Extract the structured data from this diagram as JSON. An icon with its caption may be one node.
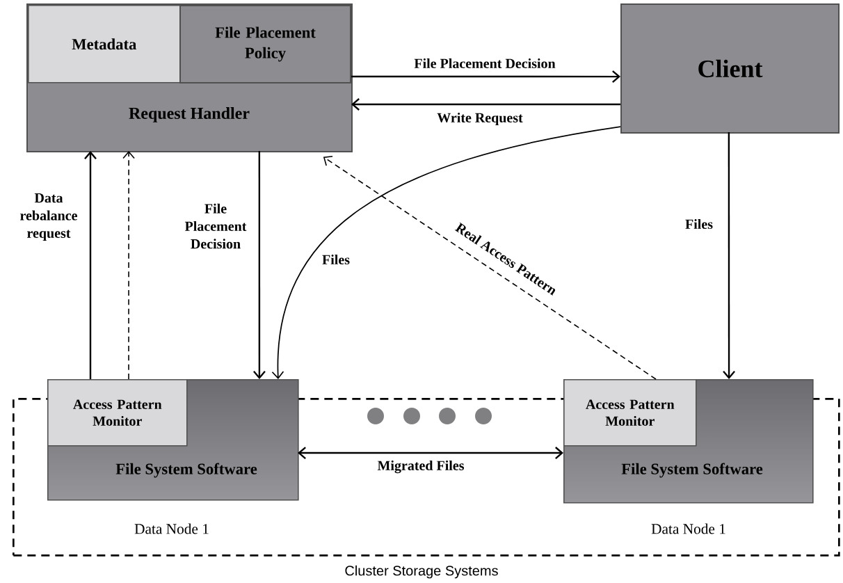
{
  "diagram": {
    "nodes": [
      {
        "text": [
          "Request Handler"
        ]
      },
      {
        "text": [
          "Metadata"
        ],
        "in": 0
      },
      {
        "text": [
          "File Placement Policy"
        ],
        "in": 0
      },
      {
        "text": [
          "Client"
        ]
      },
      {
        "text": [
          "Cluster Storage Systems"
        ]
      },
      {
        "text": [
          "File System Software"
        ],
        "beside": [
          "Data Node 1"
        ],
        "in": 4
      },
      {
        "text": [
          "Access Pattern Monitor"
        ],
        "in": 5
      },
      {
        "text": [
          "File System Software"
        ],
        "beside": [
          "Data Node 1"
        ],
        "in": 4
      },
      {
        "text": [
          "Access Pattern Monitor"
        ],
        "in": 7
      }
    ],
    "edges": [
      {
        "from": 0,
        "to": 3,
        "arrow": "to",
        "label": "File Placement Decision"
      },
      {
        "from": 3,
        "to": 0,
        "arrow": "to",
        "label": "Write Request"
      },
      {
        "from": 0,
        "to": 5,
        "arrow": "to",
        "label": "File Placement Decision"
      },
      {
        "from": 6,
        "to": 0,
        "arrow": "to",
        "label": "Data rebalance request"
      },
      {
        "from": 6,
        "to": 0,
        "arrow": "to",
        "style": "dashed"
      },
      {
        "from": 3,
        "to": 5,
        "arrow": "to",
        "label": "Files"
      },
      {
        "from": 8,
        "to": 0,
        "arrow": "to",
        "style": "dashed",
        "label": "Real Access Pattern"
      },
      {
        "from": 3,
        "to": 7,
        "arrow": "to",
        "label": "Files"
      },
      {
        "from": 5,
        "to": 7,
        "arrow": "both",
        "label": "Migrated Files"
      }
    ]
  }
}
